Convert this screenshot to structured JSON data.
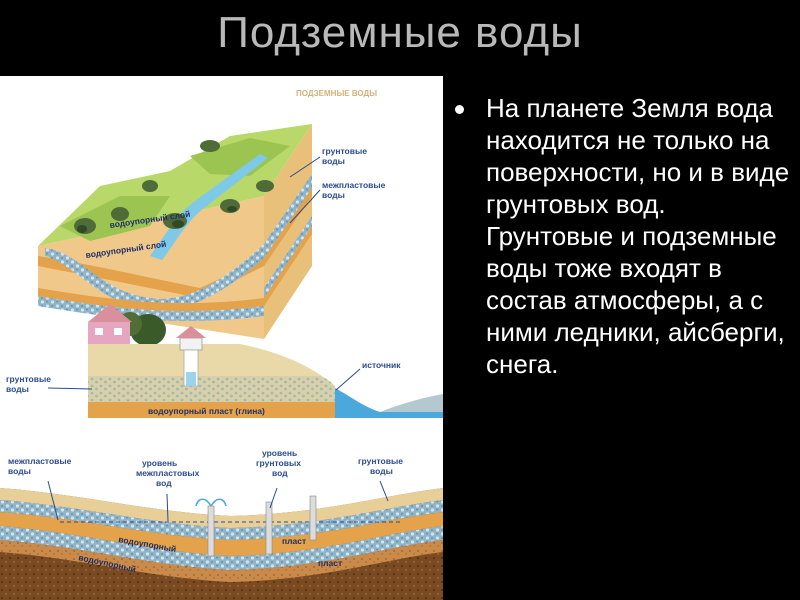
{
  "title": "Подземные воды",
  "colors": {
    "background": "#000000",
    "title": "#b9b9b9",
    "text": "#ffffff"
  },
  "body": {
    "text": "На планете Земля вода находится не только на поверхности, но и в виде грунтовых вод. Грунтовые и подземные воды тоже входят в состав атмосферы, а с ними ледники, айсберги, снега."
  },
  "diagram": {
    "top": {
      "header": "ПОДЗЕМНЫЕ ВОДЫ",
      "ground_water": [
        "грунтовые",
        "воды"
      ],
      "interlayer_water": [
        "межпластовые",
        "воды"
      ],
      "aquiclude_1": "водоупорный слой",
      "aquiclude_2": "водоупорный слой"
    },
    "middle": {
      "ground_water": [
        "грунтовые",
        "воды"
      ],
      "spring": "источник",
      "aquiclude": "водоупорный  пласт  (глина)"
    },
    "bottom": {
      "interlayer_water": [
        "межпластовые",
        "воды"
      ],
      "interlayer_level": [
        "уровень",
        "межпластовых",
        "вод"
      ],
      "ground_level": [
        "уровень",
        "грунтовых",
        "вод"
      ],
      "ground_water": [
        "грунтовые",
        "воды"
      ],
      "aquiclude_a": "водоупорный",
      "aquiclude_b": "водоупорный",
      "layer_a": "пласт",
      "layer_b": "пласт"
    }
  }
}
